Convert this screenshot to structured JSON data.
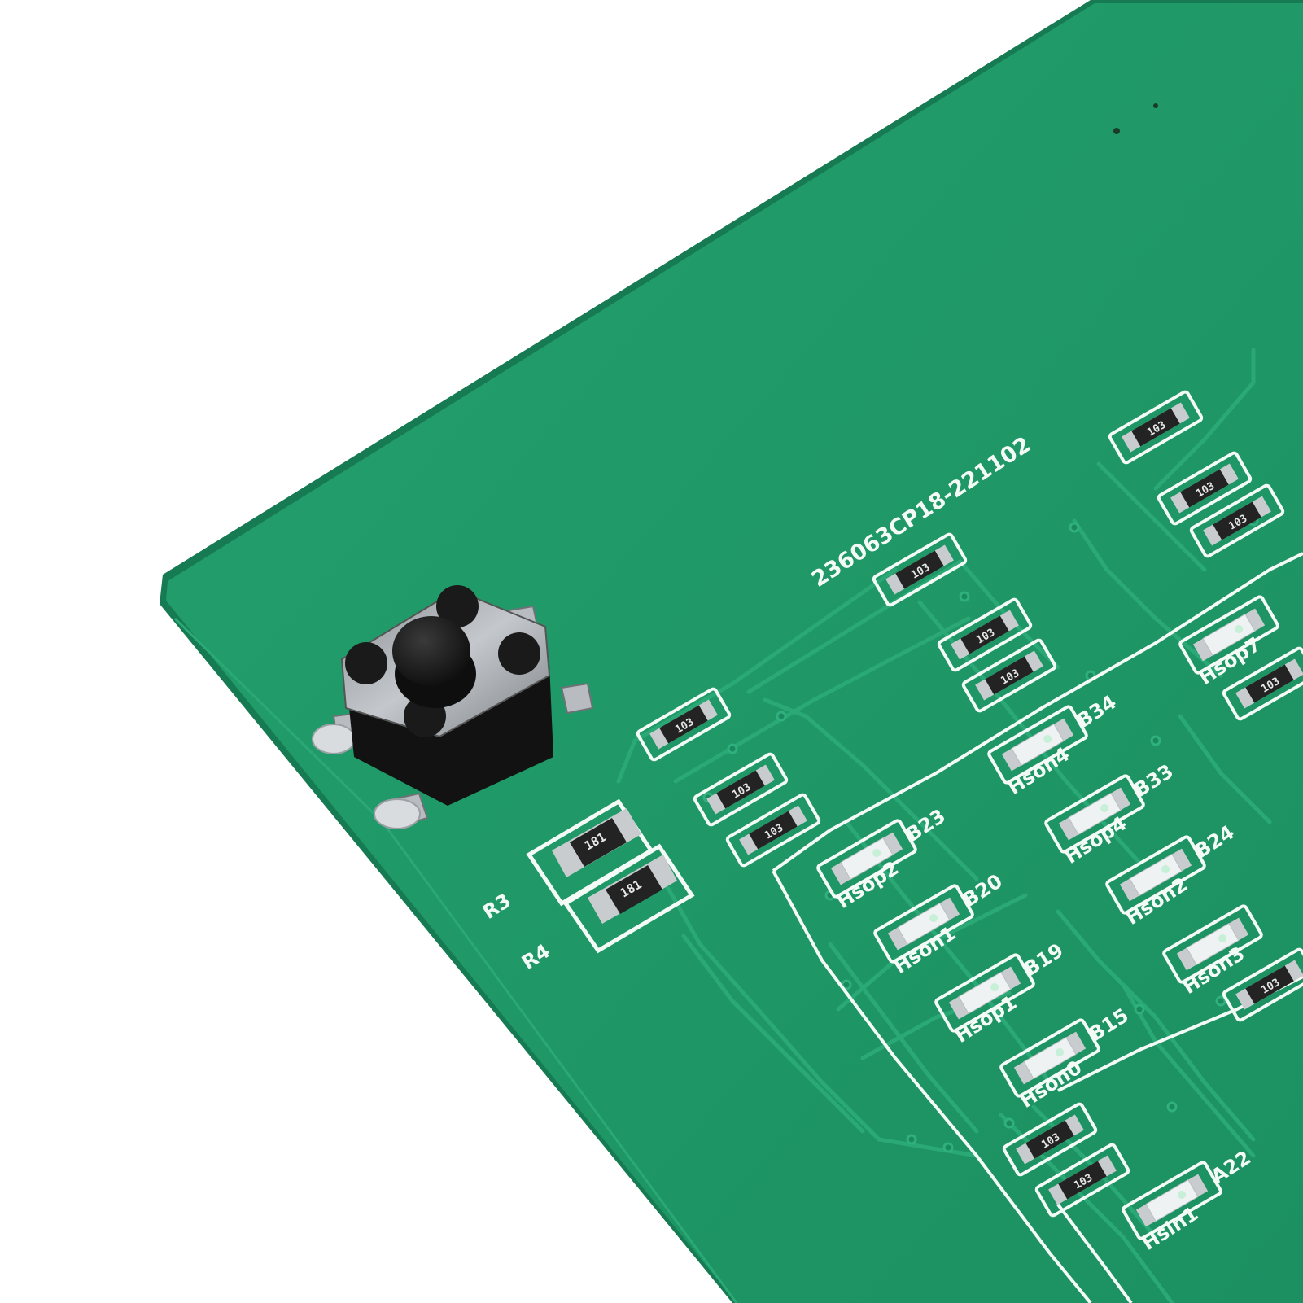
{
  "board": {
    "serial": "236063CP18-221102",
    "colors": {
      "board": "#1f9a68",
      "board_edge": "#167a52",
      "trace": "#2aa876",
      "silkscreen": "#f4fbf7",
      "pad": "#c9ccce",
      "resistor_body": "#222222",
      "led_body": "#e8ecee",
      "button_cap": "#1a1a1a",
      "button_housing": "#9a9ea2"
    }
  },
  "button": {
    "icon": "tactile-push-button"
  },
  "resistors": [
    {
      "designator": "R3",
      "code": "181"
    },
    {
      "designator": "R4",
      "code": "181"
    }
  ],
  "smd_codes": [
    "103",
    "103",
    "103",
    "103",
    "103",
    "103",
    "103",
    "103",
    "103",
    "103",
    "103",
    "103",
    "103"
  ],
  "leds": [
    {
      "label": "Hsop7",
      "bus": ""
    },
    {
      "label": "Hson4",
      "bus": "B34"
    },
    {
      "label": "Hsop4",
      "bus": "B33"
    },
    {
      "label": "Hsop2",
      "bus": "B23"
    },
    {
      "label": "Hson1",
      "bus": "B20"
    },
    {
      "label": "Hson2",
      "bus": "B24"
    },
    {
      "label": "Hsop1",
      "bus": "B19"
    },
    {
      "label": "Hson0",
      "bus": "B15"
    },
    {
      "label": "Hson3",
      "bus": ""
    },
    {
      "label": "Hsln1",
      "bus": "A22"
    }
  ]
}
